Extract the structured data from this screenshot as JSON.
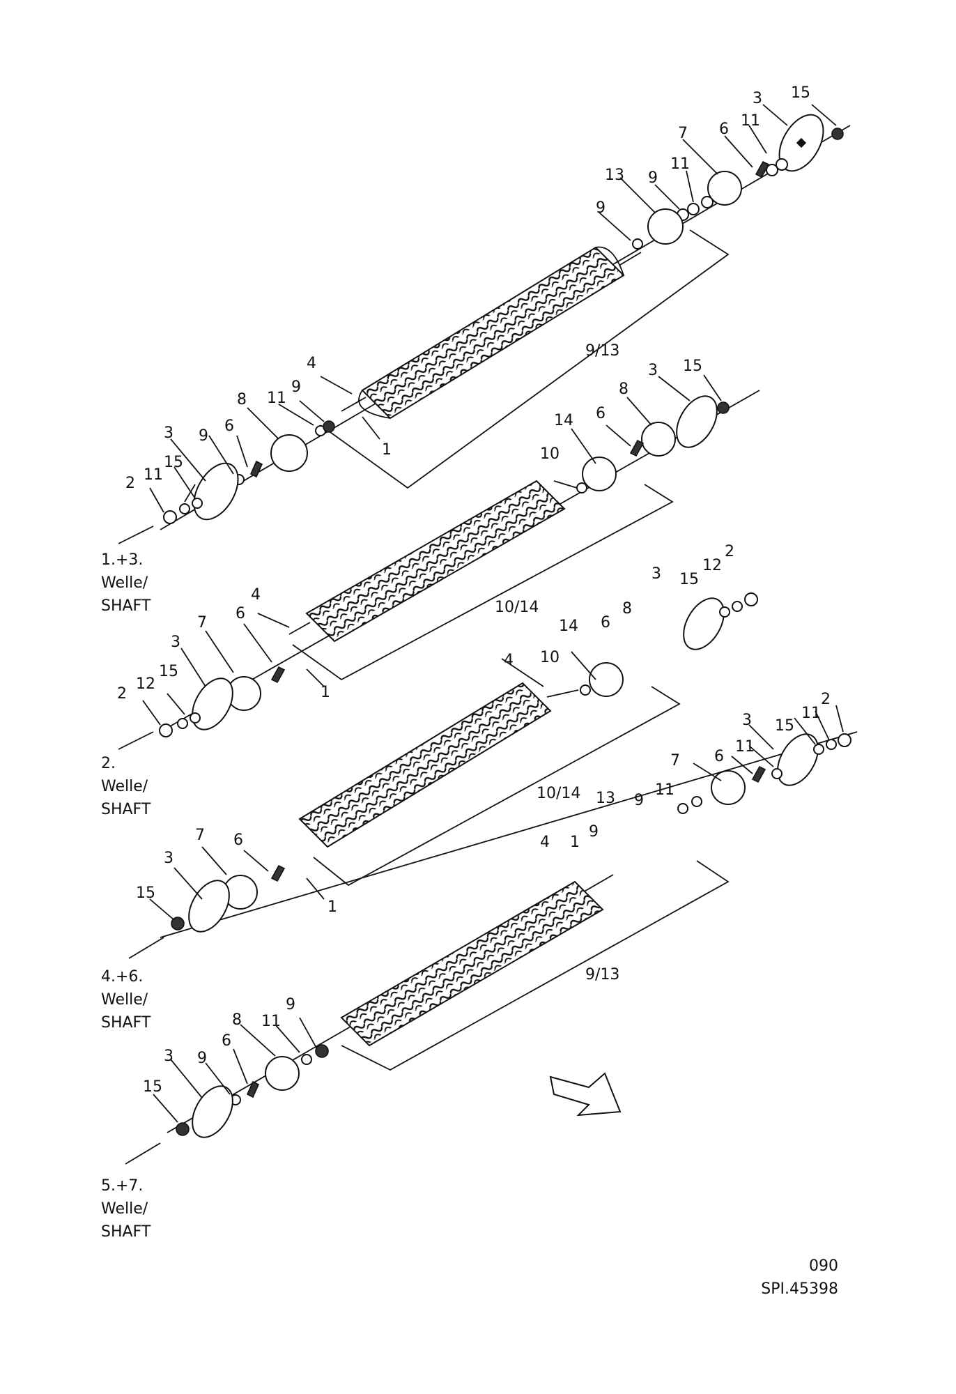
{
  "shafts": [
    {
      "line1": "1.+3.",
      "line2": "Welle/",
      "line3": "SHAFT",
      "bracket_label": "9/13",
      "callouts": [
        "3",
        "15",
        "7",
        "6",
        "11",
        "13",
        "9",
        "11",
        "9",
        "4",
        "8",
        "11",
        "9",
        "3",
        "9",
        "6",
        "2",
        "11",
        "15",
        "1"
      ]
    },
    {
      "line1": "2.",
      "line2": "Welle/",
      "line3": "SHAFT",
      "bracket_label": "10/14",
      "callouts": [
        "3",
        "15",
        "8",
        "14",
        "6",
        "10",
        "4",
        "7",
        "6",
        "3",
        "15",
        "2",
        "12",
        "1",
        "12",
        "2",
        "3",
        "15"
      ]
    },
    {
      "line1": "4.+6.",
      "line2": "Welle/",
      "line3": "SHAFT",
      "bracket_label": "10/14",
      "callouts": [
        "3",
        "15",
        "11",
        "2",
        "7",
        "6",
        "11",
        "8",
        "14",
        "6",
        "4",
        "10",
        "13",
        "9",
        "11",
        "4",
        "1",
        "9",
        "7",
        "6",
        "3",
        "15",
        "1"
      ]
    },
    {
      "line1": "5.+7.",
      "line2": "Welle/",
      "line3": "SHAFT",
      "bracket_label": "9/13",
      "callouts": [
        "8",
        "11",
        "9",
        "3",
        "9",
        "6",
        "15"
      ]
    }
  ],
  "reference": {
    "page_code": "090",
    "drawing_number": "SPI.45398"
  }
}
